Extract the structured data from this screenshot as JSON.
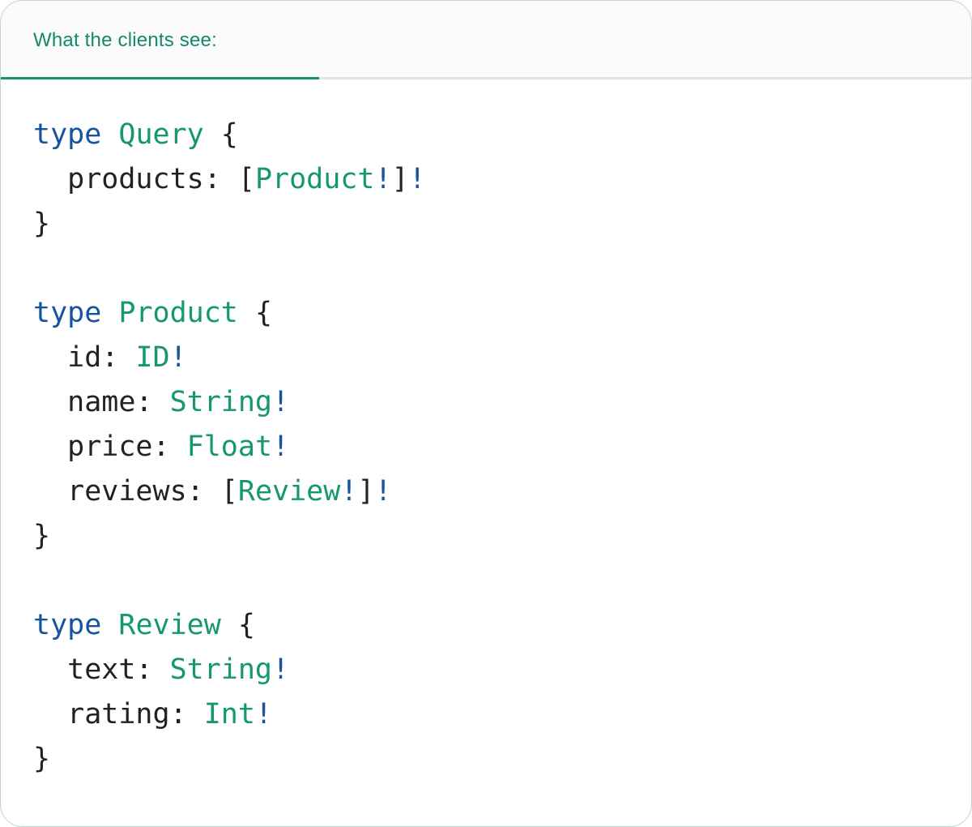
{
  "header": {
    "tab_label": "What the clients see:"
  },
  "colors": {
    "tab_text": "#12896D",
    "active_tab_underline": "#15926E",
    "header_divider": "#E3E3E3",
    "header_bg": "#FBFBFB",
    "card_border": "#B9DAC8",
    "code_keyword_blue": "#17549B",
    "code_typename_green": "#15976F",
    "code_plain_dark": "#1F2326",
    "code_bang_blue": "#17549B"
  },
  "code": {
    "language": "graphql-sdl",
    "lines": [
      [
        {
          "t": "type",
          "c": "kw"
        },
        {
          "t": " ",
          "c": "pl"
        },
        {
          "t": "Query",
          "c": "ty"
        },
        {
          "t": " {",
          "c": "pl"
        }
      ],
      [
        {
          "t": "  products: [",
          "c": "pl"
        },
        {
          "t": "Product",
          "c": "ty"
        },
        {
          "t": "!",
          "c": "bang"
        },
        {
          "t": "]",
          "c": "pl"
        },
        {
          "t": "!",
          "c": "bang"
        }
      ],
      [
        {
          "t": "}",
          "c": "pl"
        }
      ],
      [],
      [
        {
          "t": "type",
          "c": "kw"
        },
        {
          "t": " ",
          "c": "pl"
        },
        {
          "t": "Product",
          "c": "ty"
        },
        {
          "t": " {",
          "c": "pl"
        }
      ],
      [
        {
          "t": "  id: ",
          "c": "pl"
        },
        {
          "t": "ID",
          "c": "ty"
        },
        {
          "t": "!",
          "c": "bang"
        }
      ],
      [
        {
          "t": "  name: ",
          "c": "pl"
        },
        {
          "t": "String",
          "c": "ty"
        },
        {
          "t": "!",
          "c": "bang"
        }
      ],
      [
        {
          "t": "  price: ",
          "c": "pl"
        },
        {
          "t": "Float",
          "c": "ty"
        },
        {
          "t": "!",
          "c": "bang"
        }
      ],
      [
        {
          "t": "  reviews: [",
          "c": "pl"
        },
        {
          "t": "Review",
          "c": "ty"
        },
        {
          "t": "!",
          "c": "bang"
        },
        {
          "t": "]",
          "c": "pl"
        },
        {
          "t": "!",
          "c": "bang"
        }
      ],
      [
        {
          "t": "}",
          "c": "pl"
        }
      ],
      [],
      [
        {
          "t": "type",
          "c": "kw"
        },
        {
          "t": " ",
          "c": "pl"
        },
        {
          "t": "Review",
          "c": "ty"
        },
        {
          "t": " {",
          "c": "pl"
        }
      ],
      [
        {
          "t": "  text: ",
          "c": "pl"
        },
        {
          "t": "String",
          "c": "ty"
        },
        {
          "t": "!",
          "c": "bang"
        }
      ],
      [
        {
          "t": "  rating: ",
          "c": "pl"
        },
        {
          "t": "Int",
          "c": "ty"
        },
        {
          "t": "!",
          "c": "bang"
        }
      ],
      [
        {
          "t": "}",
          "c": "pl"
        }
      ]
    ]
  }
}
